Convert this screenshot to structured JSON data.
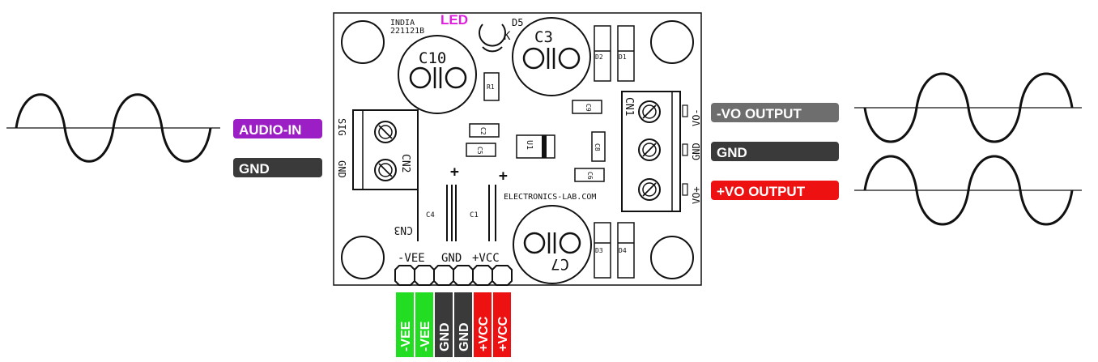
{
  "board": {
    "country": "INDIA",
    "code": "221121B",
    "led_label": "LED",
    "d5": "D5",
    "c10": "C10",
    "c3": "C3",
    "c7": "C7",
    "c1": "C1",
    "c4": "C4",
    "c2": "C2",
    "c5": "C5",
    "c6": "C6",
    "c8": "C8",
    "c9": "C9",
    "r1": "R1",
    "u1": "U1",
    "d1": "D1",
    "d2": "D2",
    "d3": "D3",
    "d4": "D4",
    "cn1": "CN1",
    "cn2": "CN2",
    "cn3": "CN3",
    "sig": "SIG",
    "gnd_left": "GND",
    "vo_minus": "VO-",
    "gnd_right": "GND",
    "vo_plus": "VO+",
    "vee": "-VEE",
    "gnd_bottom": "GND",
    "vcc": "+VCC",
    "website": "ELECTRONICS-LAB.COM",
    "plus_a": "+",
    "plus_b": "+"
  },
  "labels": {
    "audio_in": "AUDIO-IN",
    "gnd_in": "GND",
    "vo_minus_out": "-VO OUTPUT",
    "gnd_out": "GND",
    "vo_plus_out": "+VO OUTPUT"
  },
  "pins": [
    "-VEE",
    "-VEE",
    "GND",
    "GND",
    "+VCC",
    "+VCC"
  ],
  "colors": {
    "audio": "#9b1fc4",
    "gnd": "#3a3a3a",
    "vo_minus": "#6e6e6e",
    "vo_plus": "#ee1111",
    "vee": "#22dd22",
    "vcc": "#ee1111",
    "led": "#e01ee0"
  }
}
